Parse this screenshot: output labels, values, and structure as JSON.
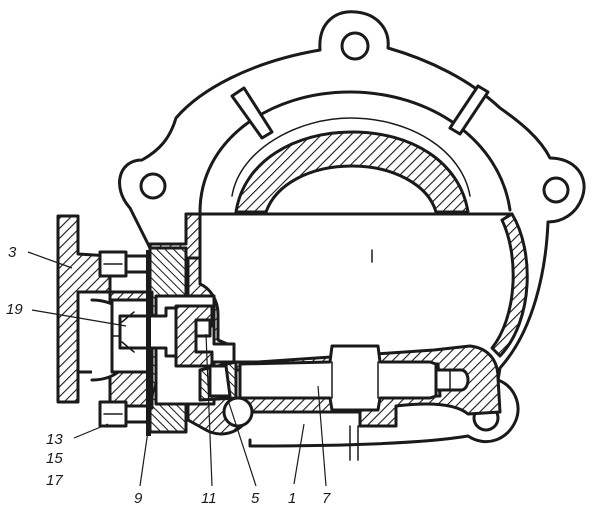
{
  "callouts": {
    "c3": "3",
    "c19": "19",
    "c13": "13",
    "c15": "15",
    "c17": "17",
    "c9": "9",
    "c11": "11",
    "c5": "5",
    "c1": "1",
    "c7": "7"
  },
  "colors": {
    "ink": "#1a1a1a",
    "paper": "#ffffff"
  }
}
